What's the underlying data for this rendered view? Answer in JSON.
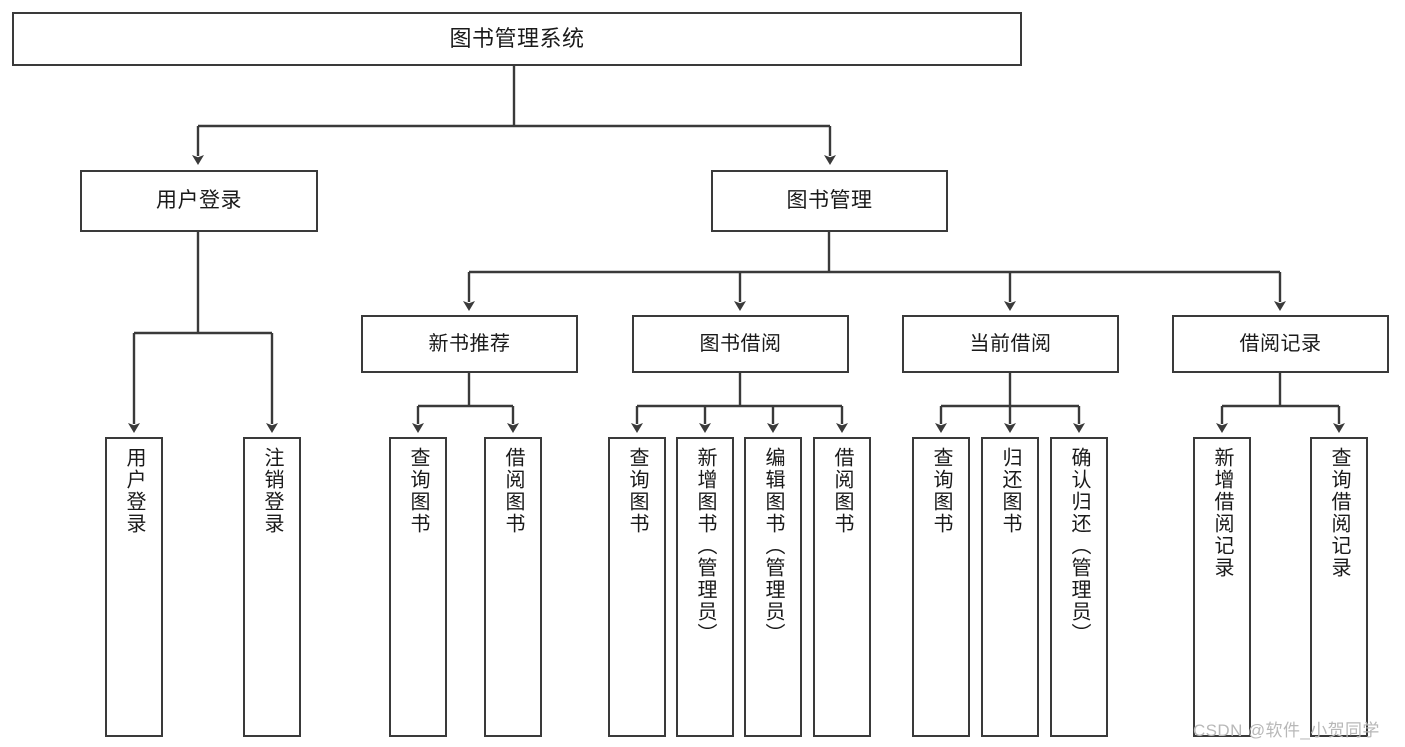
{
  "diagram": {
    "title": "图书管理系统",
    "type": "hierarchy-tree",
    "stroke_color": "#3a3a3a",
    "fill_color": "#ffffff",
    "text_color": "#1a1a1a",
    "root": {
      "label": "图书管理系统"
    },
    "level2": [
      {
        "label": "用户登录"
      },
      {
        "label": "图书管理"
      }
    ],
    "level3": [
      {
        "label": "新书推荐"
      },
      {
        "label": "图书借阅"
      },
      {
        "label": "当前借阅"
      },
      {
        "label": "借阅记录"
      }
    ],
    "leaves": {
      "user_login": [
        {
          "label": "用户登录"
        },
        {
          "label": "注销登录"
        }
      ],
      "new_book_recommend": [
        {
          "label": "查询图书"
        },
        {
          "label": "借阅图书"
        }
      ],
      "book_borrow": [
        {
          "label": "查询图书"
        },
        {
          "label": "新增图书（管理员）"
        },
        {
          "label": "编辑图书（管理员）"
        },
        {
          "label": "借阅图书"
        }
      ],
      "current_borrow": [
        {
          "label": "查询图书"
        },
        {
          "label": "归还图书"
        },
        {
          "label": "确认归还（管理员）"
        }
      ],
      "borrow_record": [
        {
          "label": "新增借阅记录"
        },
        {
          "label": "查询借阅记录"
        }
      ]
    },
    "watermark": "CSDN @软件_小贺同学"
  }
}
